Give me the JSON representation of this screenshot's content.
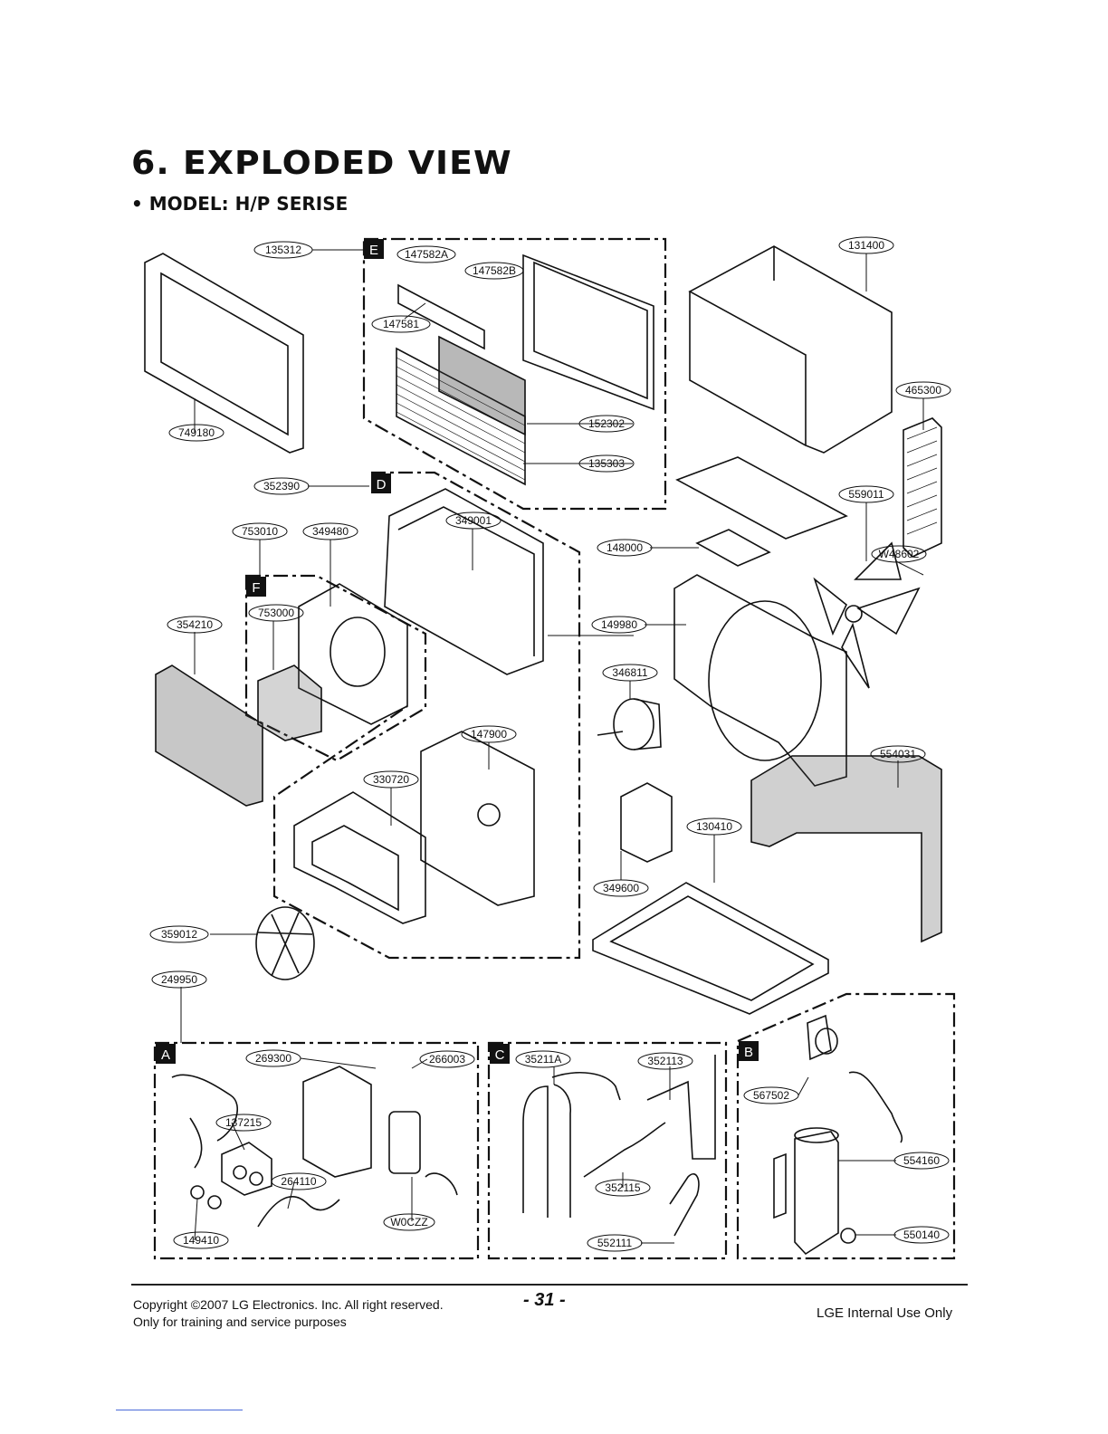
{
  "header": {
    "title": "6. EXPLODED VIEW",
    "subtitle": "• MODEL: H/P SERISE"
  },
  "sections": {
    "A": "A",
    "B": "B",
    "C": "C",
    "D": "D",
    "E": "E",
    "F": "F"
  },
  "part_labels": {
    "p135312": "135312",
    "p147582A": "147582A",
    "p147582B": "147582B",
    "p147581": "147581",
    "p152302": "152302",
    "p135303": "135303",
    "p131400": "131400",
    "p465300": "465300",
    "p749180": "749180",
    "p352390": "352390",
    "p349001": "349001",
    "p753010": "753010",
    "p349480": "349480",
    "p148000": "148000",
    "p559011": "559011",
    "pW48602": "W48602",
    "p753000": "753000",
    "p354210": "354210",
    "p149980": "149980",
    "p346811": "346811",
    "p147900": "147900",
    "p330720": "330720",
    "p554031": "554031",
    "p130410": "130410",
    "p349600": "349600",
    "p359012": "359012",
    "p249950": "249950",
    "p269300": "269300",
    "p266003": "266003",
    "p35211A": "35211A",
    "p352113": "352113",
    "p567502": "567502",
    "p137215": "137215",
    "p264110": "264110",
    "pW0CZZ": "W0CZZ",
    "p149410": "149410",
    "p352115": "352115",
    "p552111": "552111",
    "p554160": "554160",
    "p550140": "550140"
  },
  "footer": {
    "copyright": "Copyright ©2007 LG Electronics. Inc. All right reserved.",
    "purpose": "Only for training and service purposes",
    "page": "- 31 -",
    "internal": "LGE Internal Use Only"
  }
}
